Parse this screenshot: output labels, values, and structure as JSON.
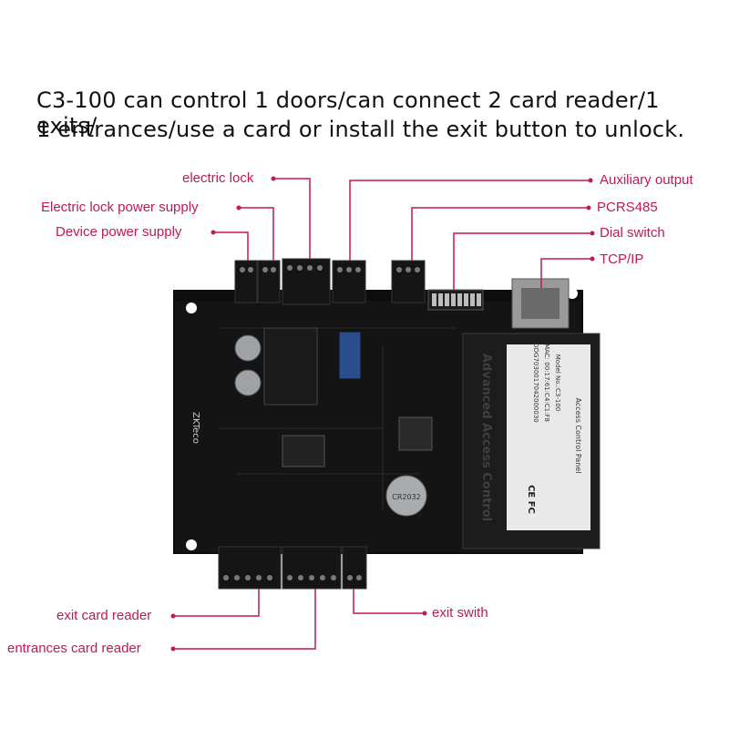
{
  "heading": {
    "line1": "C3-100 can control 1 doors/can connect 2 card reader/1 exits/",
    "line2": "1 entrances/use a card or install the exit button to unlock."
  },
  "callouts": {
    "electric_lock": "electric lock",
    "electric_lock_power": "Electric lock power supply",
    "device_power": "Device power supply",
    "auxiliary_output": "Auxiliary output",
    "pcrs485": "PCRS485",
    "dial_switch": "Dial switch",
    "tcp_ip": "TCP/IP",
    "exit_card_reader": "exit card reader",
    "entrances_card_reader": "entrances card reader",
    "exit_switch": "exit swith"
  },
  "board": {
    "brand": "ZKTeco",
    "module_title": "Advanced Access Control",
    "label_title": "Access Control Panel",
    "model": "Model No.:C3-100",
    "mac": "MAC: 00:17:61:C4:C1:F8",
    "serial": "DDG7030017042000030",
    "battery_label": "CR2032",
    "marks": "CE FC"
  },
  "colors": {
    "callout": "#c0185a",
    "board": "#0c0c0c"
  }
}
